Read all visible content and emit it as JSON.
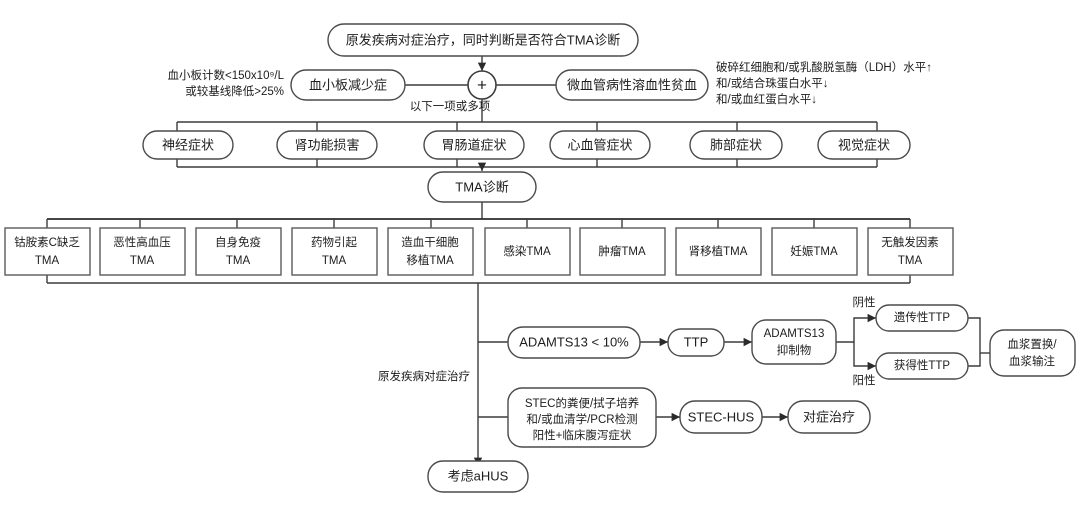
{
  "diagram": {
    "title": "TMA 诊断与治疗流程图",
    "type": "flowchart",
    "colors": {
      "background": "#ffffff",
      "node_fill": "#ffffff",
      "node_stroke": "#4a4a4a",
      "edge": "#3c3c3c",
      "text": "#1d1d1d"
    }
  },
  "nodes": {
    "root": {
      "label": "原发疾病对症治疗，同时判断是否符合TMA诊断"
    },
    "thrombocytopenia": {
      "label": "血小板减少症"
    },
    "mhea": {
      "label": "微血管病性溶血性贫血"
    },
    "plus": {
      "label": "+"
    },
    "tma_diagnosis": {
      "label": "TMA诊断"
    },
    "adamts13_low": {
      "label": "ADAMTS13 < 10%"
    },
    "ttp": {
      "label": "TTP"
    },
    "adamts13_inhibitor": {
      "line1": "ADAMTS13",
      "line2": "抑制物"
    },
    "hereditary_ttp": {
      "label": "遗传性TTP"
    },
    "acquired_ttp": {
      "label": "获得性TTP"
    },
    "plasma_therapy": {
      "line1": "血浆置换/",
      "line2": "血浆输注"
    },
    "stec_test": {
      "line1": "STEC的粪便/拭子培养",
      "line2": "和/或血清学/PCR检测",
      "line3": "阳性+临床腹泻症状"
    },
    "stec_hus": {
      "label": "STEC-HUS"
    },
    "symptomatic_treatment": {
      "label": "对症治疗"
    },
    "consider_ahus": {
      "label": "考虑aHUS"
    }
  },
  "annotations": {
    "platelet_criteria": {
      "line1": "血小板计数<150x10⁹/L",
      "line2": "或较基线降低>25%"
    },
    "hemolysis_criteria": {
      "line1": "破碎红细胞和/或乳酸脱氢酶（LDH）水平↑",
      "line2": "和/或结合珠蛋白水平↓",
      "line3": "和/或血红蛋白水平↓"
    },
    "one_or_more": {
      "label": "以下一项或多项"
    },
    "primary_treatment": {
      "label": "原发疾病对症治疗"
    },
    "inhibitor_negative": {
      "label": "阴性"
    },
    "inhibitor_positive": {
      "label": "阳性"
    }
  },
  "symptoms": [
    {
      "label": "神经症状"
    },
    {
      "label": "肾功能损害"
    },
    {
      "label": "胃肠道症状"
    },
    {
      "label": "心血管症状"
    },
    {
      "label": "肺部症状"
    },
    {
      "label": "视觉症状"
    }
  ],
  "tma_types": [
    {
      "line1": "钴胺素C缺乏",
      "line2": "TMA"
    },
    {
      "line1": "恶性高血压",
      "line2": "TMA"
    },
    {
      "line1": "自身免疫",
      "line2": "TMA"
    },
    {
      "line1": "药物引起",
      "line2": "TMA"
    },
    {
      "line1": "造血干细胞",
      "line2": "移植TMA"
    },
    {
      "line1": "感染TMA",
      "line2": ""
    },
    {
      "line1": "肿瘤TMA",
      "line2": ""
    },
    {
      "line1": "肾移植TMA",
      "line2": ""
    },
    {
      "line1": "妊娠TMA",
      "line2": ""
    },
    {
      "line1": "无触发因素",
      "line2": "TMA"
    }
  ]
}
